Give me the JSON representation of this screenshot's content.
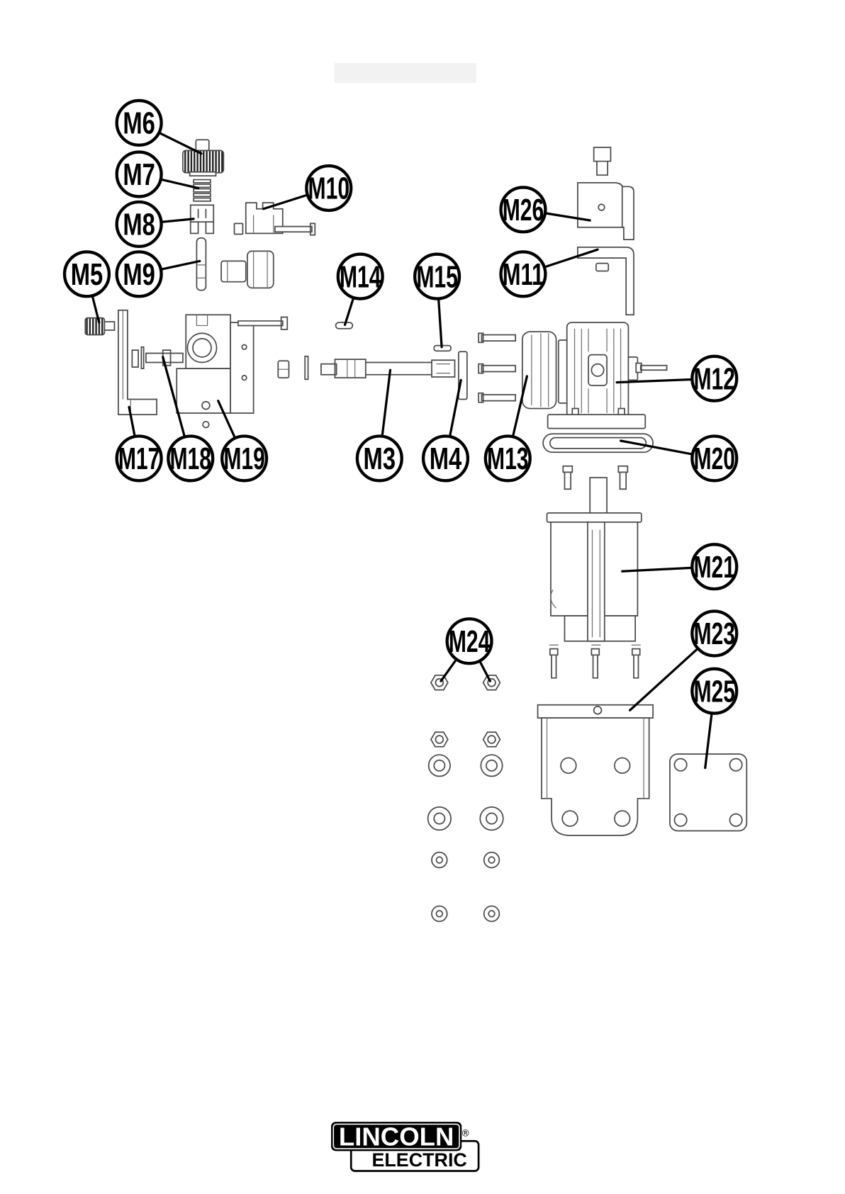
{
  "diagram": {
    "callouts": [
      "M6",
      "M7",
      "M8",
      "M9",
      "M5",
      "M10",
      "M14",
      "M15",
      "M26",
      "M11",
      "M12",
      "M17",
      "M18",
      "M19",
      "M3",
      "M4",
      "M13",
      "M20",
      "M21",
      "M24",
      "M23",
      "M25"
    ]
  },
  "logo": {
    "brand_top": "LINCOLN",
    "brand_bottom": "ELECTRIC",
    "registered_mark": "®"
  },
  "colors": {
    "ink": "#000000",
    "part_stroke": "#4a4a4a",
    "header_bar": "#f2f2f2"
  }
}
